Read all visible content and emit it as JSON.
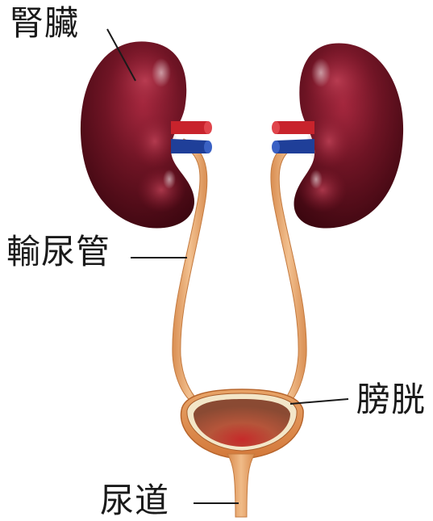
{
  "labels": {
    "kidney": "腎臟",
    "ureter": "輸尿管",
    "bladder": "膀胱",
    "urethra": "尿道"
  }
}
